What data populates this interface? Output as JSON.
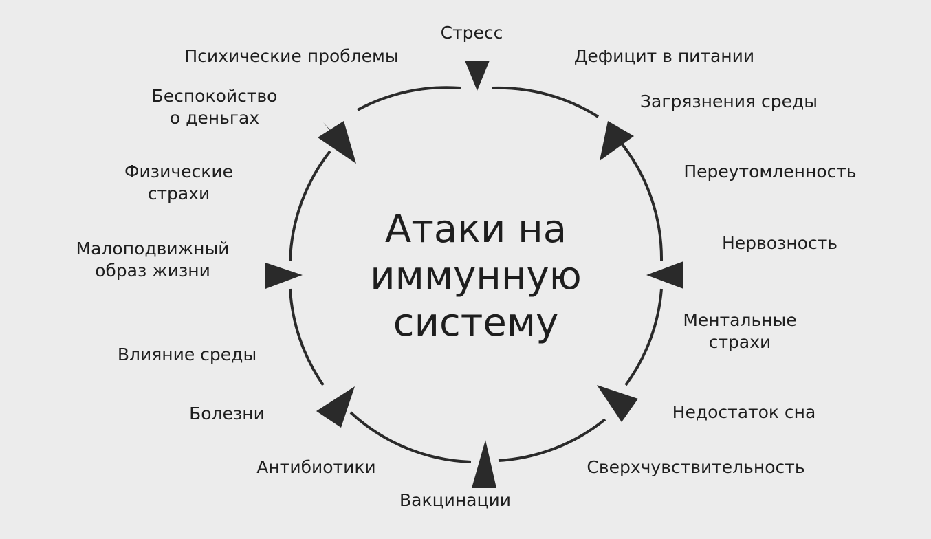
{
  "title": [
    "Атаки на",
    "иммунную",
    "систему"
  ],
  "labels": {
    "stress": "Стресс",
    "mental_problems": "Психические проблемы",
    "nutrition_deficit": "Дефицит в питании",
    "money_worry": [
      "Беспокойство",
      "о деньгах"
    ],
    "pollution": "Загрязнения среды",
    "physical_fears": [
      "Физические",
      "страхи"
    ],
    "overfatigue": "Переутомленность",
    "nervousness": "Нервозность",
    "sedentary": [
      "Малоподвижный",
      "образ жизни"
    ],
    "mental_fears": [
      "Ментальные",
      "страхи"
    ],
    "environment": "Влияние среды",
    "diseases": "Болезни",
    "lack_of_sleep": "Недостаток сна",
    "antibiotics": "Антибиотики",
    "hypersensitivity": "Сверхчувствительность",
    "vaccinations": "Вакцинации"
  }
}
